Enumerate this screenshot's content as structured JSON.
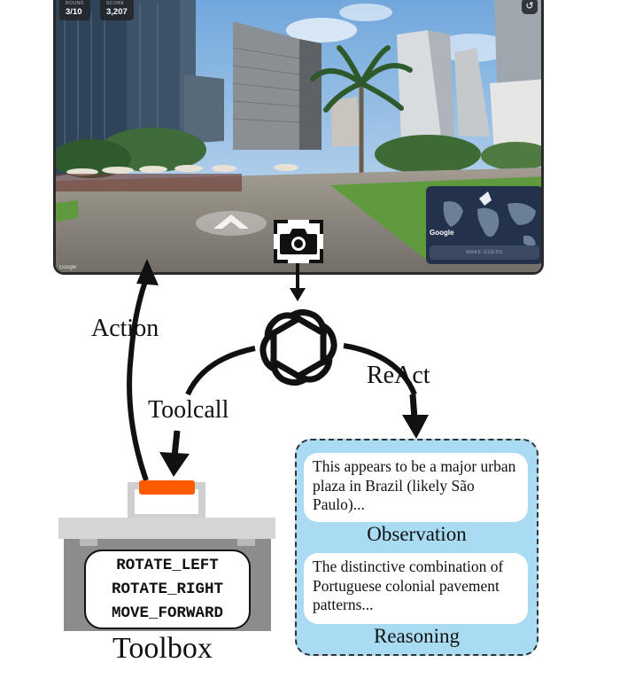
{
  "game": {
    "round_label": "ROUND",
    "round_value": "3/10",
    "score_label": "SCORE",
    "score_value": "3,207",
    "minimap_brand": "Google",
    "guess_button": "MAKE GUESS",
    "corner_brand": "Google"
  },
  "diagram": {
    "action_label": "Action",
    "toolcall_label": "Toolcall",
    "react_label": "ReAct",
    "toolbox_label": "Toolbox"
  },
  "toolbox": {
    "tools": [
      "ROTATE_LEFT",
      "ROTATE_RIGHT",
      "MOVE_FORWARD"
    ],
    "handle_color": "#ff5a00"
  },
  "memory": {
    "observation_text": "This appears to be a major urban plaza in Brazil (likely São Paulo)...",
    "observation_title": "Observation",
    "reasoning_text": "The distinctive combination of Portuguese colonial pavement patterns...",
    "reasoning_title": "Reasoning",
    "panel_color": "#a9dcf3"
  },
  "icons": {
    "camera": "camera-icon",
    "agent": "openai-logo-icon",
    "forward": "forward-arrow-icon",
    "reset": "reset-icon"
  }
}
